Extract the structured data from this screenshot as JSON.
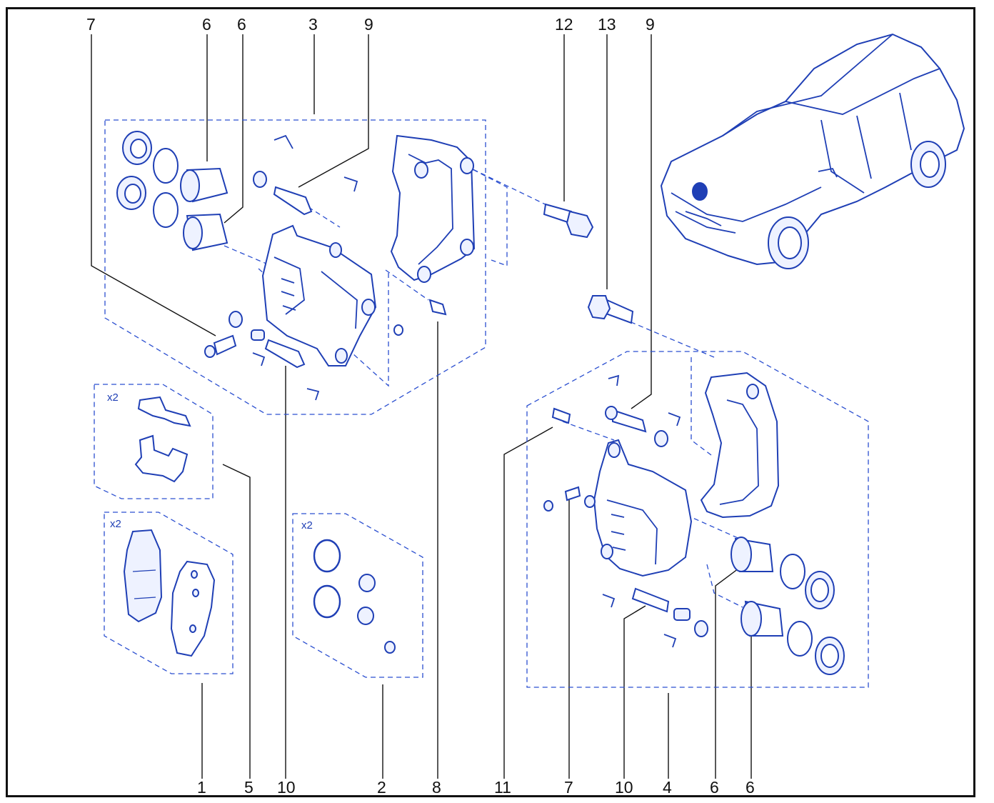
{
  "diagram": {
    "callouts_top": [
      "7",
      "6",
      "6",
      "3",
      "9",
      "12",
      "13",
      "9"
    ],
    "callouts_bottom": [
      "1",
      "5",
      "10",
      "2",
      "8",
      "11",
      "7",
      "10",
      "4",
      "6",
      "6"
    ],
    "quantity_labels": {
      "clips_kit": "x2",
      "pads_kit": "x2",
      "seals_kit": "x2"
    },
    "colors": {
      "line_art": "#1f3fb5",
      "dashed_groups": "#2b4fd0",
      "callout_text": "#111111"
    }
  }
}
